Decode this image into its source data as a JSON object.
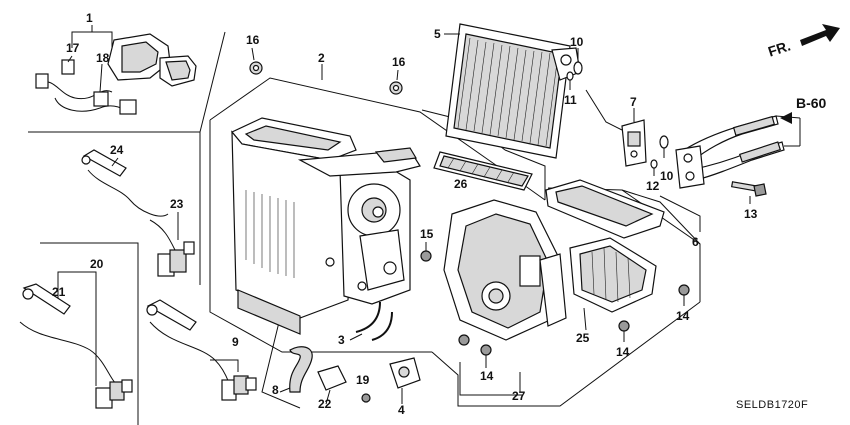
{
  "labels": {
    "p1": "1",
    "p2": "2",
    "p3": "3",
    "p4": "4",
    "p5": "5",
    "p6": "6",
    "p7": "7",
    "p8": "8",
    "p9": "9",
    "p10a": "10",
    "p10b": "10",
    "p11": "11",
    "p12": "12",
    "p13": "13",
    "p14a": "14",
    "p14b": "14",
    "p14c": "14",
    "p15": "15",
    "p16a": "16",
    "p16b": "16",
    "p17": "17",
    "p18": "18",
    "p19": "19",
    "p20": "20",
    "p21": "21",
    "p22": "22",
    "p23": "23",
    "p24": "24",
    "p25": "25",
    "p26": "26",
    "p27": "27"
  },
  "ref": "B-60",
  "direction": "FR.",
  "code": "SELDB1720F"
}
